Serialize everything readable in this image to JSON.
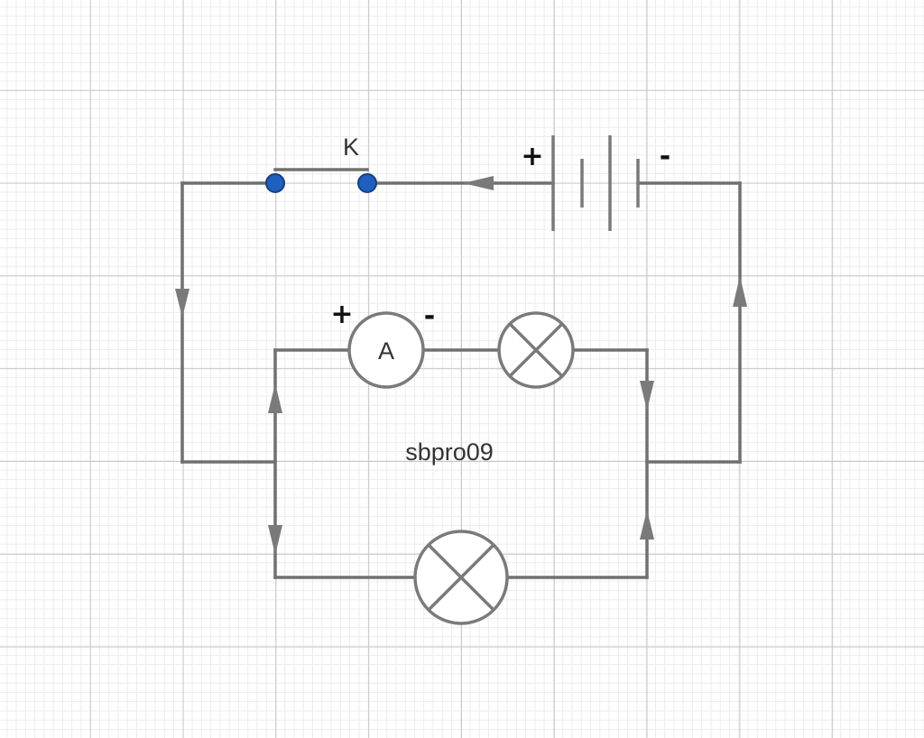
{
  "diagram": {
    "switch_label": "K",
    "battery_plus": "+",
    "battery_minus": "-",
    "ammeter_symbol": "A",
    "ammeter_plus": "+",
    "ammeter_minus": "-",
    "watermark": "sbpro09"
  },
  "colors": {
    "wire": "#707070",
    "node": "#1f5fbf",
    "grid_major": "#c8c8c8",
    "grid_minor": "#ececec"
  }
}
